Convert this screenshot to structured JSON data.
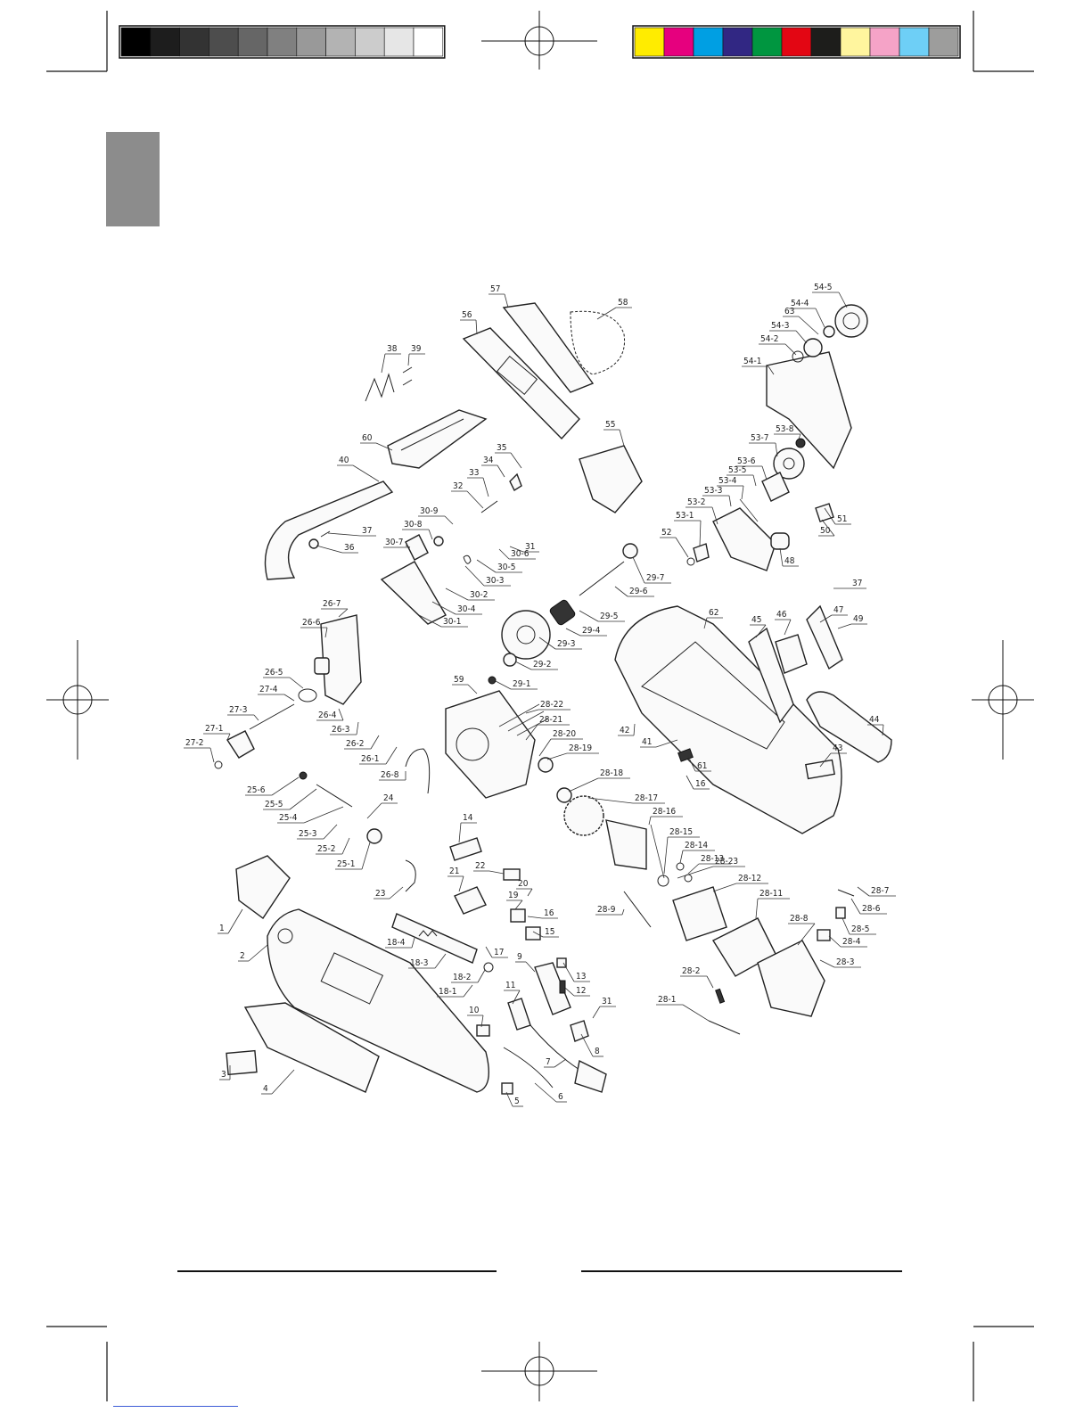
{
  "print_marks": {
    "grayscale_bar": [
      "#000000",
      "#1d1d1d",
      "#333333",
      "#4d4d4d",
      "#666666",
      "#808080",
      "#999999",
      "#b3b3b3",
      "#cccccc",
      "#e6e6e6",
      "#ffffff"
    ],
    "color_bar": [
      "#ffec00",
      "#e6007e",
      "#009fe3",
      "#312783",
      "#009640",
      "#e30613",
      "#1d1d1b",
      "#fff59e",
      "#f5a3c7",
      "#6ecff6",
      "#9d9d9c"
    ]
  },
  "section_tab": {
    "color": "#8c8c8c"
  },
  "labels": [
    {
      "id": "1",
      "text": "1"
    },
    {
      "id": "2",
      "text": "2"
    },
    {
      "id": "3",
      "text": "3"
    },
    {
      "id": "4",
      "text": "4"
    },
    {
      "id": "5",
      "text": "5"
    },
    {
      "id": "6",
      "text": "6"
    },
    {
      "id": "7",
      "text": "7"
    },
    {
      "id": "8",
      "text": "8"
    },
    {
      "id": "9",
      "text": "9"
    },
    {
      "id": "10",
      "text": "10"
    },
    {
      "id": "11",
      "text": "11"
    },
    {
      "id": "12",
      "text": "12"
    },
    {
      "id": "13",
      "text": "13"
    },
    {
      "id": "14",
      "text": "14"
    },
    {
      "id": "15",
      "text": "15"
    },
    {
      "id": "16a",
      "text": "16"
    },
    {
      "id": "16b",
      "text": "16"
    },
    {
      "id": "17",
      "text": "17"
    },
    {
      "id": "18-1",
      "text": "18-1"
    },
    {
      "id": "18-2",
      "text": "18-2"
    },
    {
      "id": "18-3",
      "text": "18-3"
    },
    {
      "id": "18-4",
      "text": "18-4"
    },
    {
      "id": "19",
      "text": "19"
    },
    {
      "id": "20",
      "text": "20"
    },
    {
      "id": "21",
      "text": "21"
    },
    {
      "id": "22",
      "text": "22"
    },
    {
      "id": "23",
      "text": "23"
    },
    {
      "id": "24",
      "text": "24"
    },
    {
      "id": "25-1",
      "text": "25-1"
    },
    {
      "id": "25-2",
      "text": "25-2"
    },
    {
      "id": "25-3",
      "text": "25-3"
    },
    {
      "id": "25-4",
      "text": "25-4"
    },
    {
      "id": "25-5",
      "text": "25-5"
    },
    {
      "id": "25-6",
      "text": "25-6"
    },
    {
      "id": "26-1",
      "text": "26-1"
    },
    {
      "id": "26-2",
      "text": "26-2"
    },
    {
      "id": "26-3",
      "text": "26-3"
    },
    {
      "id": "26-4",
      "text": "26-4"
    },
    {
      "id": "26-5",
      "text": "26-5"
    },
    {
      "id": "26-6",
      "text": "26-6"
    },
    {
      "id": "26-7",
      "text": "26-7"
    },
    {
      "id": "26-8",
      "text": "26-8"
    },
    {
      "id": "27-1",
      "text": "27-1"
    },
    {
      "id": "27-2",
      "text": "27-2"
    },
    {
      "id": "27-3",
      "text": "27-3"
    },
    {
      "id": "27-4",
      "text": "27-4"
    },
    {
      "id": "28-1",
      "text": "28-1"
    },
    {
      "id": "28-2",
      "text": "28-2"
    },
    {
      "id": "28-3",
      "text": "28-3"
    },
    {
      "id": "28-4",
      "text": "28-4"
    },
    {
      "id": "28-5",
      "text": "28-5"
    },
    {
      "id": "28-6",
      "text": "28-6"
    },
    {
      "id": "28-7",
      "text": "28-7"
    },
    {
      "id": "28-8",
      "text": "28-8"
    },
    {
      "id": "28-9",
      "text": "28-9"
    },
    {
      "id": "28-11",
      "text": "28-11"
    },
    {
      "id": "28-12",
      "text": "28-12"
    },
    {
      "id": "28-13",
      "text": "28-13"
    },
    {
      "id": "28-14",
      "text": "28-14"
    },
    {
      "id": "28-15",
      "text": "28-15"
    },
    {
      "id": "28-16",
      "text": "28-16"
    },
    {
      "id": "28-17",
      "text": "28-17"
    },
    {
      "id": "28-18",
      "text": "28-18"
    },
    {
      "id": "28-19",
      "text": "28-19"
    },
    {
      "id": "28-20",
      "text": "28-20"
    },
    {
      "id": "28-21",
      "text": "28-21"
    },
    {
      "id": "28-22",
      "text": "28-22"
    },
    {
      "id": "28-23",
      "text": "28-23"
    },
    {
      "id": "29-1",
      "text": "29-1"
    },
    {
      "id": "29-2",
      "text": "29-2"
    },
    {
      "id": "29-3",
      "text": "29-3"
    },
    {
      "id": "29-4",
      "text": "29-4"
    },
    {
      "id": "29-5",
      "text": "29-5"
    },
    {
      "id": "29-6",
      "text": "29-6"
    },
    {
      "id": "29-7",
      "text": "29-7"
    },
    {
      "id": "30-1",
      "text": "30-1"
    },
    {
      "id": "30-2",
      "text": "30-2"
    },
    {
      "id": "30-3",
      "text": "30-3"
    },
    {
      "id": "30-4",
      "text": "30-4"
    },
    {
      "id": "30-5",
      "text": "30-5"
    },
    {
      "id": "30-6",
      "text": "30-6"
    },
    {
      "id": "30-7",
      "text": "30-7"
    },
    {
      "id": "30-8",
      "text": "30-8"
    },
    {
      "id": "30-9",
      "text": "30-9"
    },
    {
      "id": "31a",
      "text": "31"
    },
    {
      "id": "31b",
      "text": "31"
    },
    {
      "id": "32",
      "text": "32"
    },
    {
      "id": "33",
      "text": "33"
    },
    {
      "id": "34",
      "text": "34"
    },
    {
      "id": "35",
      "text": "35"
    },
    {
      "id": "36",
      "text": "36"
    },
    {
      "id": "37a",
      "text": "37"
    },
    {
      "id": "37b",
      "text": "37"
    },
    {
      "id": "38",
      "text": "38"
    },
    {
      "id": "39",
      "text": "39"
    },
    {
      "id": "40",
      "text": "40"
    },
    {
      "id": "41",
      "text": "41"
    },
    {
      "id": "42",
      "text": "42"
    },
    {
      "id": "43",
      "text": "43"
    },
    {
      "id": "44",
      "text": "44"
    },
    {
      "id": "45",
      "text": "45"
    },
    {
      "id": "46",
      "text": "46"
    },
    {
      "id": "47",
      "text": "47"
    },
    {
      "id": "48",
      "text": "48"
    },
    {
      "id": "49",
      "text": "49"
    },
    {
      "id": "50",
      "text": "50"
    },
    {
      "id": "51",
      "text": "51"
    },
    {
      "id": "52",
      "text": "52"
    },
    {
      "id": "53-1",
      "text": "53-1"
    },
    {
      "id": "53-2",
      "text": "53-2"
    },
    {
      "id": "53-3",
      "text": "53-3"
    },
    {
      "id": "53-4",
      "text": "53-4"
    },
    {
      "id": "53-5",
      "text": "53-5"
    },
    {
      "id": "53-6",
      "text": "53-6"
    },
    {
      "id": "53-7",
      "text": "53-7"
    },
    {
      "id": "53-8",
      "text": "53-8"
    },
    {
      "id": "54-1",
      "text": "54-1"
    },
    {
      "id": "54-2",
      "text": "54-2"
    },
    {
      "id": "54-3",
      "text": "54-3"
    },
    {
      "id": "54-4",
      "text": "54-4"
    },
    {
      "id": "54-5",
      "text": "54-5"
    },
    {
      "id": "55",
      "text": "55"
    },
    {
      "id": "56",
      "text": "56"
    },
    {
      "id": "57",
      "text": "57"
    },
    {
      "id": "58",
      "text": "58"
    },
    {
      "id": "59",
      "text": "59"
    },
    {
      "id": "60",
      "text": "60"
    },
    {
      "id": "61",
      "text": "61"
    },
    {
      "id": "62",
      "text": "62"
    },
    {
      "id": "63",
      "text": "63"
    }
  ]
}
